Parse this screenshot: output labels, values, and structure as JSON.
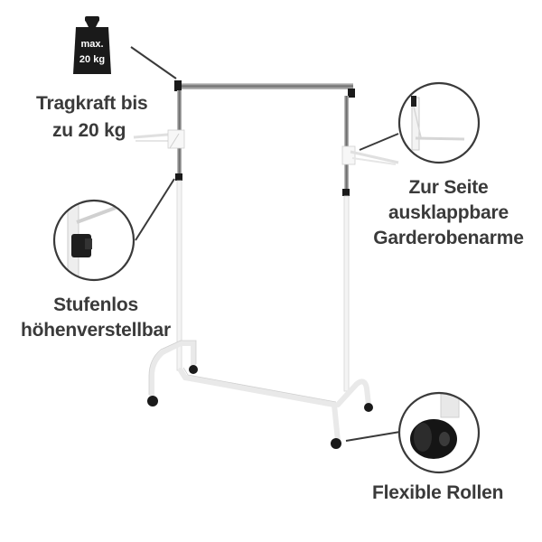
{
  "weight_badge": {
    "line1": "max.",
    "line2": "20 kg"
  },
  "features": {
    "load_capacity": {
      "line1": "Tragkraft bis",
      "line2": "zu 20 kg"
    },
    "side_arms": {
      "line1": "Zur Seite",
      "line2": "ausklappbare",
      "line3": "Garderobenarme"
    },
    "height_adjust": {
      "line1": "Stufenlos",
      "line2": "höhenverstellbar"
    },
    "casters": {
      "line1": "Flexible Rollen"
    }
  },
  "colors": {
    "text": "#3a3a3a",
    "frame": "#f2f2f2",
    "chrome": "#8a8a8a",
    "black": "#1a1a1a"
  }
}
